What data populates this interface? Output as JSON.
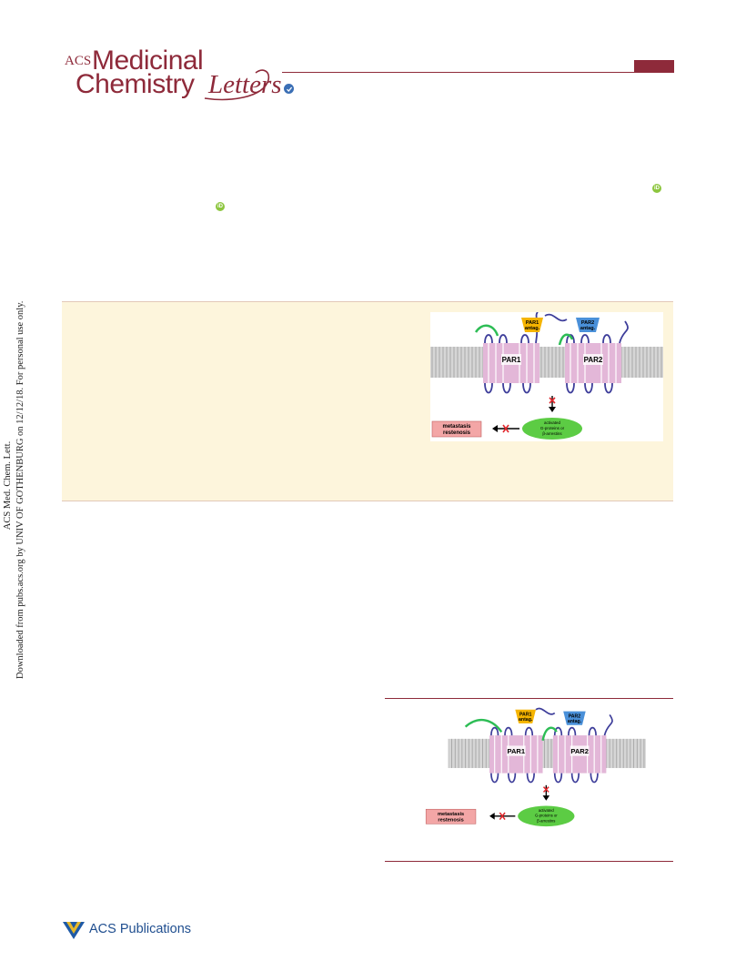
{
  "journal": {
    "acs": "ACS",
    "medicinal": "Medicinal",
    "chemistry": "Chemistry",
    "letters": "Letters"
  },
  "sidebar": {
    "line1": "ACS Med. Chem. Lett.",
    "line2": "Downloaded from pubs.acs.org by UNIV OF GOTHENBURG on 12/12/18. For personal use only."
  },
  "orcid_icon": "iD",
  "graphic": {
    "par1_antag": "PAR1\nantag.",
    "par2_antag": "PAR2\nantag.",
    "par1": "PAR1",
    "par2": "PAR2",
    "activated": "activated\nG-proteins or\nβ-arrestins",
    "outcome": "metastasis\nrestenosis"
  },
  "publisher": "ACS Publications",
  "colors": {
    "brand": "#8e2a3a",
    "abstract_bg": "#fdf5dc",
    "membrane": "#d6d6d6",
    "receptor": "#e3b7d8",
    "loop": "#3d3d9a",
    "peptide": "#2dbd55",
    "par1_antag": "#f5b400",
    "par2_antag": "#4a90d9",
    "gprotein": "#5ccc44",
    "outcome_box": "#f3a6a6",
    "orcid": "#8dc63f"
  }
}
